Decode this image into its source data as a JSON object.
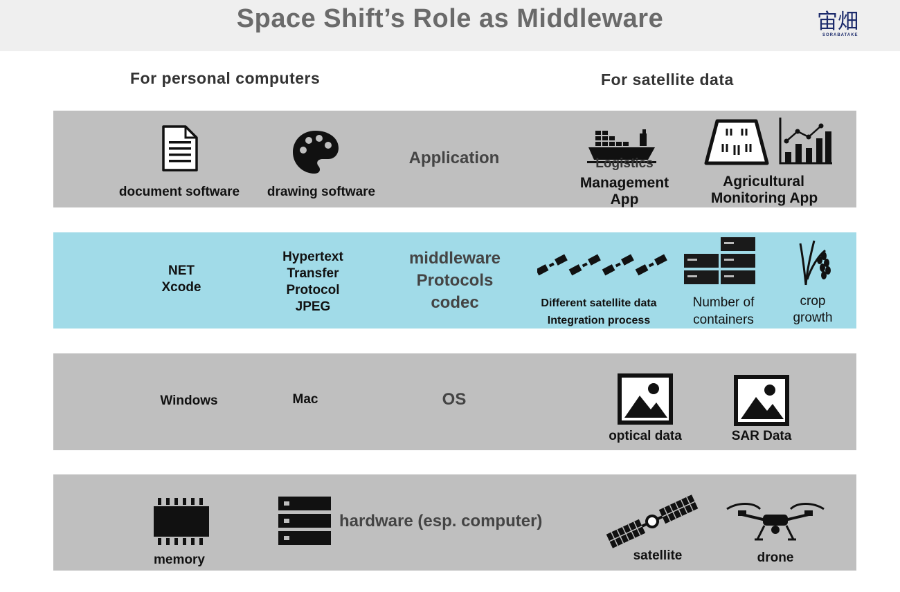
{
  "header": {
    "title": "Space Shift’s Role as Middleware"
  },
  "logo": {
    "main": "宙畑",
    "sub": "SORABATAKE"
  },
  "columns": {
    "left": "For personal computers",
    "right": "For satellite data"
  },
  "layers": {
    "application": {
      "label": "Application",
      "left_items": [
        "document software",
        "drawing software"
      ],
      "right_items": [
        "Logistics",
        "Management",
        "App",
        "Agricultural",
        "Monitoring App"
      ]
    },
    "middleware": {
      "label_lines": [
        "middleware",
        "Protocols",
        "codec"
      ],
      "left_items": [
        "NET",
        "Xcode",
        "Hypertext",
        "Transfer",
        "Protocol",
        "JPEG"
      ],
      "right_items": [
        "Different satellite data",
        "Integration process",
        "Number of",
        "containers",
        "crop",
        "growth"
      ]
    },
    "os": {
      "label": "OS",
      "left_items": [
        "Windows",
        "Mac"
      ],
      "right_items": [
        "optical data",
        "SAR Data"
      ]
    },
    "hardware": {
      "label": "hardware (esp. computer)",
      "left_items": [
        "memory"
      ],
      "right_items": [
        "satellite",
        "drone"
      ]
    }
  }
}
